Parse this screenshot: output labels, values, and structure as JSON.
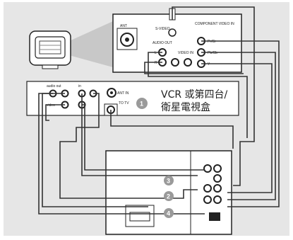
{
  "tv_panel": {
    "antenna_label": "ANT",
    "svideo_label": "S-VIDEO",
    "audio_out_label": "AUDIO OUT",
    "video_in_label": "VIDEO IN",
    "component_label": "COMPONENT VIDEO IN",
    "pr_label": "Pr/Cr",
    "pb_label": "Pb/Cb",
    "y_label": "Y",
    "l_label": "L",
    "r_label": "R"
  },
  "vcr_box": {
    "audio_out_label": "audio out",
    "video_label": "video",
    "in_label": "in",
    "ant_in_label": "ANT IN",
    "to_tv_label": "TO TV",
    "caption_line1": "VCR 或第四台/",
    "caption_line2": "衛星電視盒"
  },
  "steps": [
    "1",
    "3",
    "2",
    "4"
  ],
  "colors": {
    "page_bg": "#e6e6e6",
    "panel_bg": "#ffffff",
    "cable": "#333333",
    "step_badge": "#9a9a9a",
    "beam": "#c8c8c8"
  }
}
